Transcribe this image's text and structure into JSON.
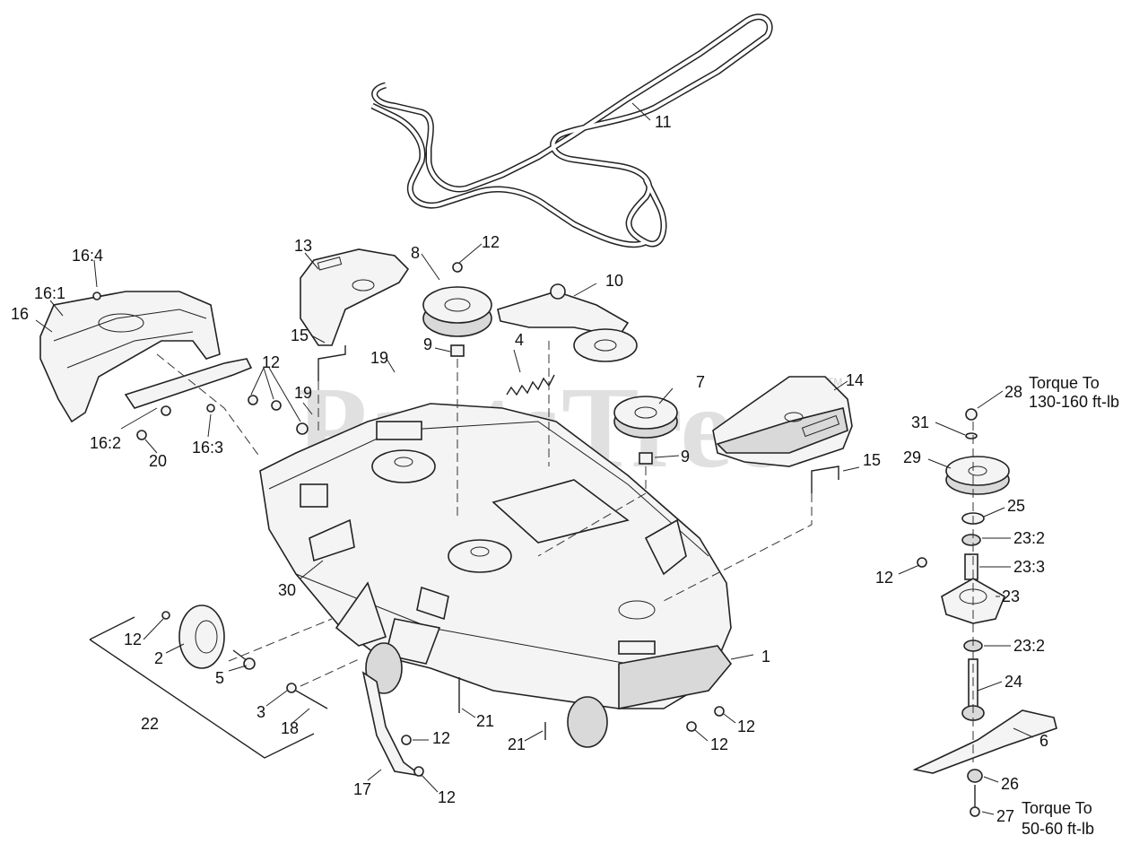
{
  "watermark": "PartsTree",
  "trademark": "TM",
  "callouts": {
    "c1": "1",
    "c2": "2",
    "c3": "3",
    "c4": "4",
    "c5": "5",
    "c6": "6",
    "c7": "7",
    "c8": "8",
    "c9a": "9",
    "c9b": "9",
    "c10": "10",
    "c11": "11",
    "c12a": "12",
    "c12b": "12",
    "c12c": "12",
    "c12d": "12",
    "c12e": "12",
    "c12f": "12",
    "c12g": "12",
    "c12h": "12",
    "c13": "13",
    "c14": "14",
    "c15a": "15",
    "c15b": "15",
    "c16": "16",
    "c16_1": "16:1",
    "c16_2": "16:2",
    "c16_3": "16:3",
    "c16_4": "16:4",
    "c17": "17",
    "c18": "18",
    "c19a": "19",
    "c19b": "19",
    "c20": "20",
    "c21a": "21",
    "c21b": "21",
    "c22": "22",
    "c23": "23",
    "c23_2a": "23:2",
    "c23_2b": "23:2",
    "c23_3": "23:3",
    "c24": "24",
    "c25": "25",
    "c26": "26",
    "c27": "27",
    "c28": "28",
    "c29": "29",
    "c30": "30",
    "c31": "31"
  },
  "torque": {
    "t28_line1": "Torque To",
    "t28_line2": "130-160 ft-lb",
    "t27_line1": "Torque To",
    "t27_line2": "50-60 ft-lb"
  }
}
